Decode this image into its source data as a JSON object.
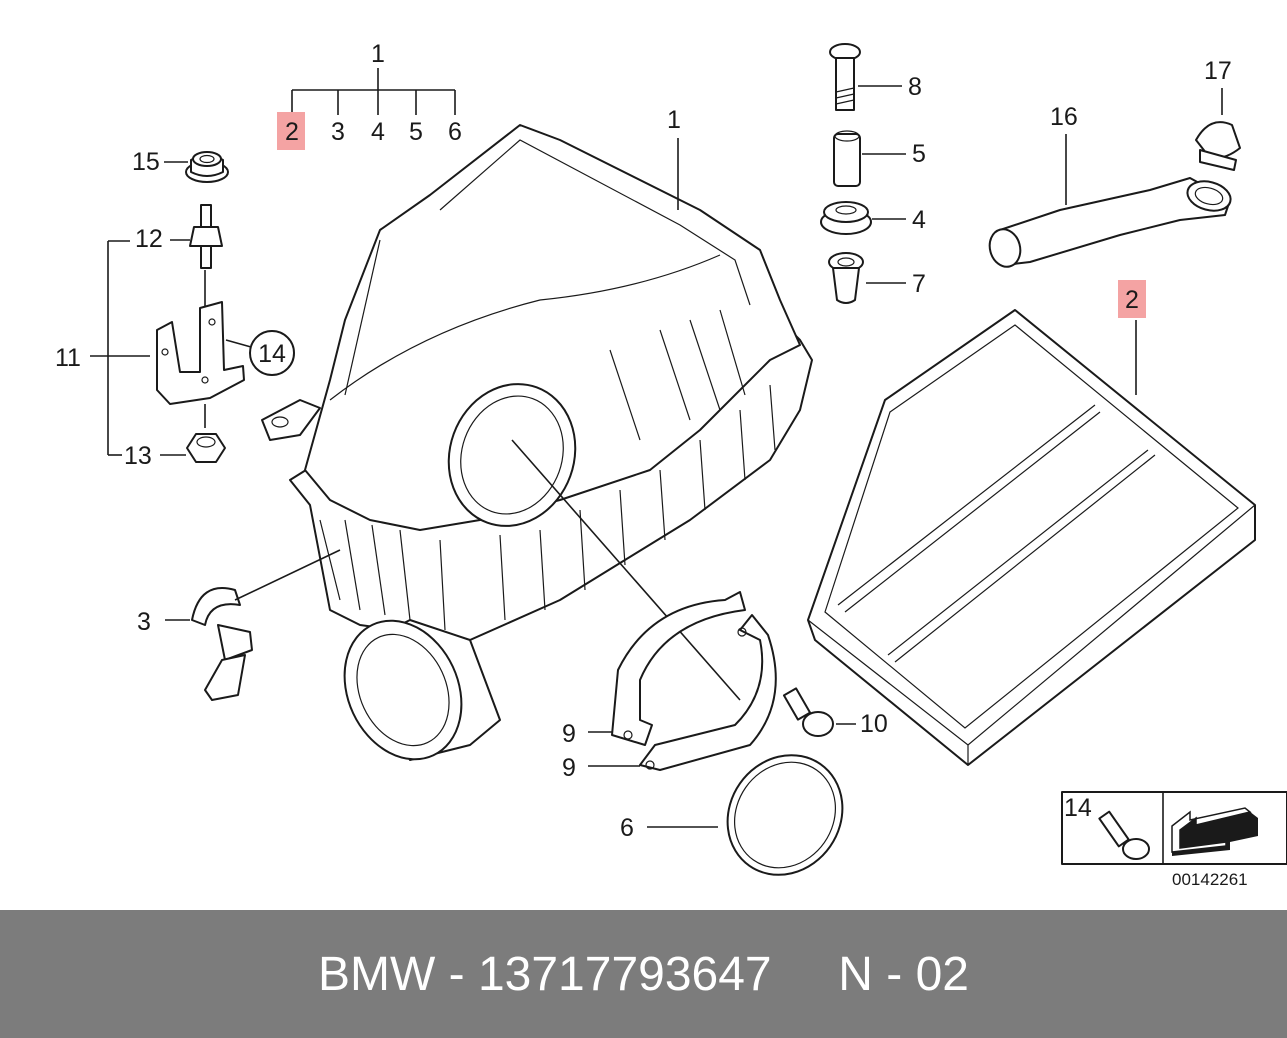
{
  "callouts": {
    "assembly_top": "1",
    "assembly_items": [
      "2",
      "3",
      "4",
      "5",
      "6"
    ],
    "housing": "1",
    "p15": "15",
    "p12": "12",
    "p11": "11",
    "p14": "14",
    "p13": "13",
    "p3": "3",
    "p8": "8",
    "p5": "5",
    "p4": "4",
    "p7": "7",
    "p17": "17",
    "p16": "16",
    "p2_filter": "2",
    "p9a": "9",
    "p9b": "9",
    "p10": "10",
    "p6": "6",
    "inset14": "14"
  },
  "diagram_code": "00142261",
  "highlight_color": "#f4a3a3",
  "footer": {
    "text": "BMW - 13717793647     N - 02",
    "background": "#7c7c7c"
  }
}
